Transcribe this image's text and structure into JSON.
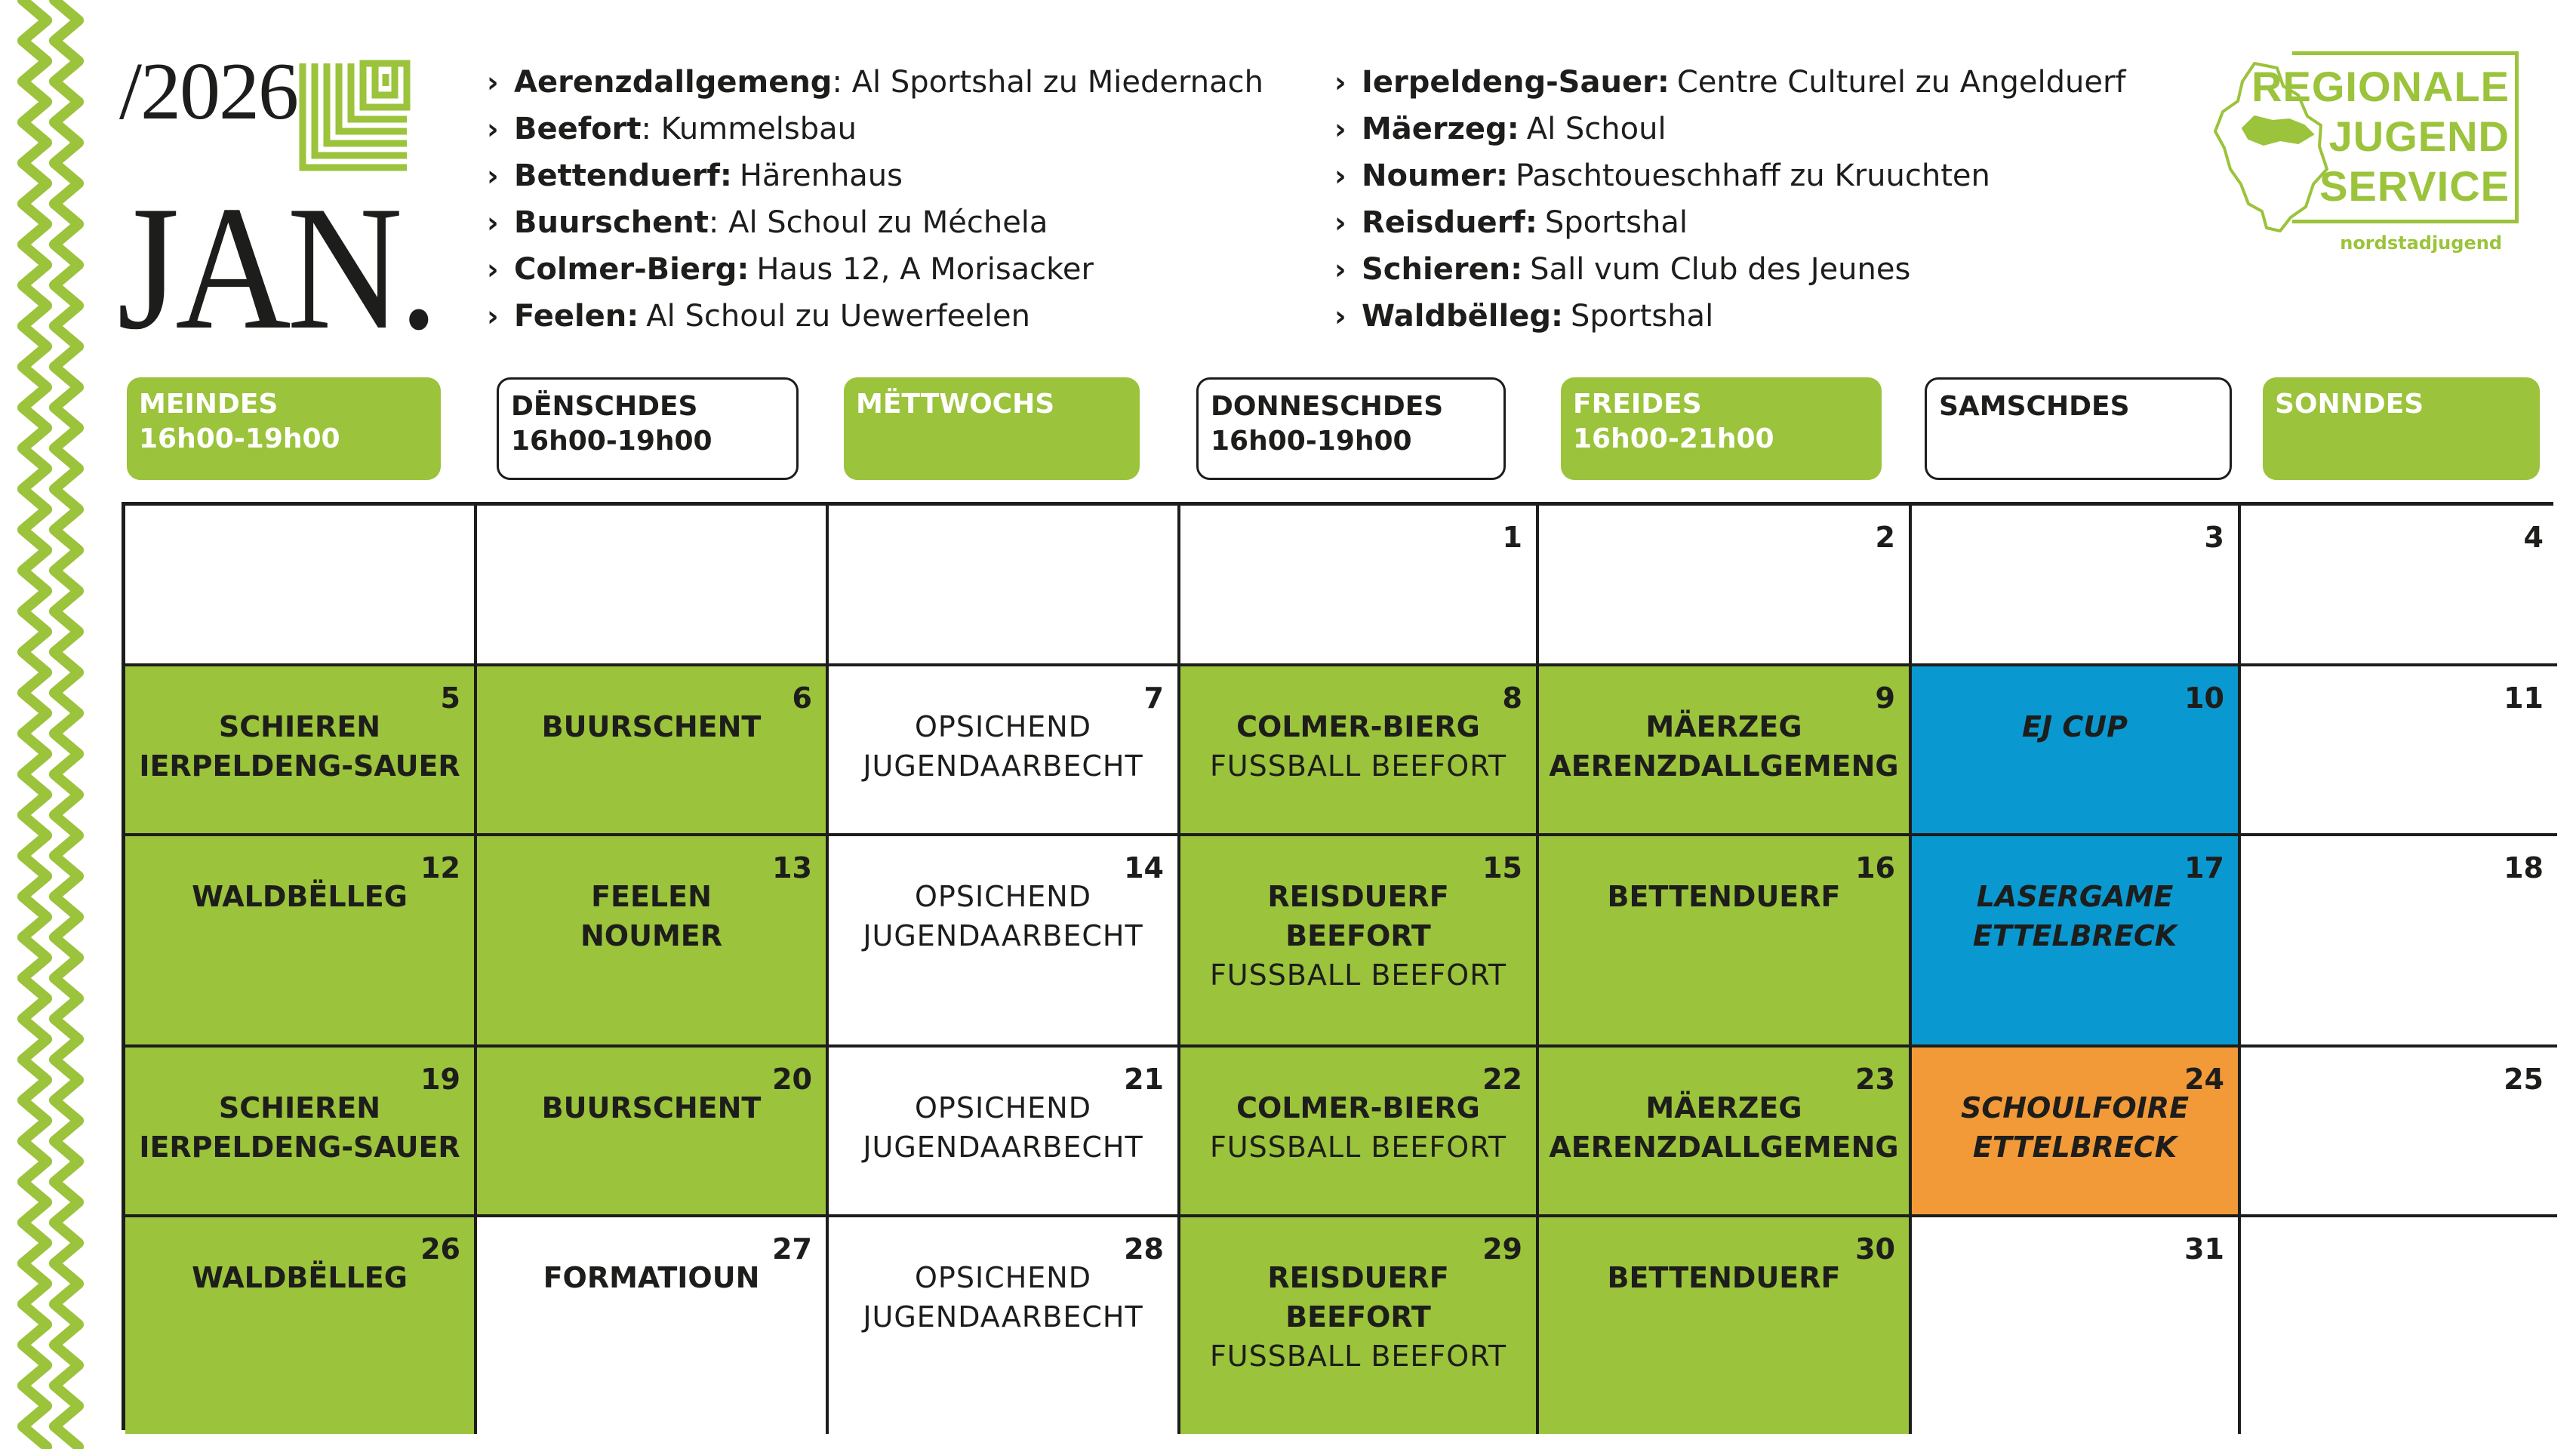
{
  "header": {
    "year": "/2026",
    "month": "JAN."
  },
  "venues_col1": [
    {
      "name": "Aerenzdallgemeng",
      "place": ": Al Sportshal zu Miedernach"
    },
    {
      "name": "Beefort",
      "place": ": Kummelsbau"
    },
    {
      "name": "Bettenduerf:",
      "place": "Härenhaus"
    },
    {
      "name": "Buurschent",
      "place": ": Al Schoul zu Méchela"
    },
    {
      "name": "Colmer-Bierg:",
      "place": "Haus 12, A Morisacker"
    },
    {
      "name": "Feelen:",
      "place": "Al Schoul zu Uewerfeelen"
    }
  ],
  "venues_col2": [
    {
      "name": "Ierpeldeng-Sauer:",
      "place": "Centre Culturel zu Angelduerf"
    },
    {
      "name": "Mäerzeg:",
      "place": "Al Schoul"
    },
    {
      "name": "Noumer:",
      "place": "Paschtoueschhaff zu Kruuchten"
    },
    {
      "name": "Reisduerf:",
      "place": "Sportshal"
    },
    {
      "name": "Schieren:",
      "place": " Sall vum Club des Jeunes"
    },
    {
      "name": "Waldbëlleg:",
      "place": "Sportshal"
    }
  ],
  "logo": {
    "line1": "REGIONALE",
    "line2": "JUGEND",
    "line3": "SERVICE",
    "sub": "nordstadjugend"
  },
  "days": [
    {
      "name": "MEINDES",
      "time": "16h00-19h00"
    },
    {
      "name": "DËNSCHDES",
      "time": "16h00-19h00"
    },
    {
      "name": "MËTTWOCHS",
      "time": ""
    },
    {
      "name": "DONNESCHDES",
      "time": "16h00-19h00"
    },
    {
      "name": "FREIDES",
      "time": "16h00-21h00"
    },
    {
      "name": "SAMSCHDES",
      "time": ""
    },
    {
      "name": "SONNDES",
      "time": ""
    }
  ],
  "calendar": [
    [
      {
        "num": "",
        "lines": []
      },
      {
        "num": "",
        "lines": []
      },
      {
        "num": "",
        "lines": []
      },
      {
        "num": "1",
        "lines": []
      },
      {
        "num": "2",
        "lines": []
      },
      {
        "num": "3",
        "lines": []
      },
      {
        "num": "4",
        "lines": []
      }
    ],
    [
      {
        "num": "5",
        "lines": [
          "SCHIEREN",
          "IERPELDENG-SAUER"
        ]
      },
      {
        "num": "6",
        "lines": [
          "BUURSCHENT"
        ]
      },
      {
        "num": "7",
        "lines": [
          "OPSICHEND",
          "JUGENDAARBECHT"
        ]
      },
      {
        "num": "8",
        "lines": [
          "COLMER-BIERG",
          "FUSSBALL BEEFORT"
        ]
      },
      {
        "num": "9",
        "lines": [
          "MÄERZEG",
          "AERENZDALLGEMENG"
        ]
      },
      {
        "num": "10",
        "lines": [
          "EJ CUP"
        ]
      },
      {
        "num": "11",
        "lines": []
      }
    ],
    [
      {
        "num": "12",
        "lines": [
          "WALDBËLLEG"
        ]
      },
      {
        "num": "13",
        "lines": [
          "FEELEN",
          "NOUMER"
        ]
      },
      {
        "num": "14",
        "lines": [
          "OPSICHEND",
          "JUGENDAARBECHT"
        ]
      },
      {
        "num": "15",
        "lines": [
          "REISDUERF",
          "BEEFORT",
          "FUSSBALL BEEFORT"
        ]
      },
      {
        "num": "16",
        "lines": [
          "BETTENDUERF"
        ]
      },
      {
        "num": "17",
        "lines": [
          "LASERGAME",
          "ETTELBRECK"
        ]
      },
      {
        "num": "18",
        "lines": []
      }
    ],
    [
      {
        "num": "19",
        "lines": [
          "SCHIEREN",
          "IERPELDENG-SAUER"
        ]
      },
      {
        "num": "20",
        "lines": [
          "BUURSCHENT"
        ]
      },
      {
        "num": "21",
        "lines": [
          "OPSICHEND",
          "JUGENDAARBECHT"
        ]
      },
      {
        "num": "22",
        "lines": [
          "COLMER-BIERG",
          "FUSSBALL BEEFORT"
        ]
      },
      {
        "num": "23",
        "lines": [
          "MÄERZEG",
          "AERENZDALLGEMENG"
        ]
      },
      {
        "num": "24",
        "lines": [
          "SCHOULFOIRE",
          "ETTELBRECK"
        ]
      },
      {
        "num": "25",
        "lines": []
      }
    ],
    [
      {
        "num": "26",
        "lines": [
          "WALDBËLLEG"
        ]
      },
      {
        "num": "27",
        "lines": [
          "FORMATIOUN"
        ]
      },
      {
        "num": "28",
        "lines": [
          "OPSICHEND",
          "JUGENDAARBECHT"
        ]
      },
      {
        "num": "29",
        "lines": [
          "REISDUERF",
          "BEEFORT",
          "FUSSBALL BEEFORT"
        ]
      },
      {
        "num": "30",
        "lines": [
          "BETTENDUERF"
        ]
      },
      {
        "num": "31",
        "lines": []
      },
      {
        "num": "",
        "lines": []
      }
    ]
  ],
  "colors": {
    "green": "#9bc33b",
    "blue": "#0a98d0",
    "orange": "#f29a38",
    "ink": "#1d1d1b"
  }
}
